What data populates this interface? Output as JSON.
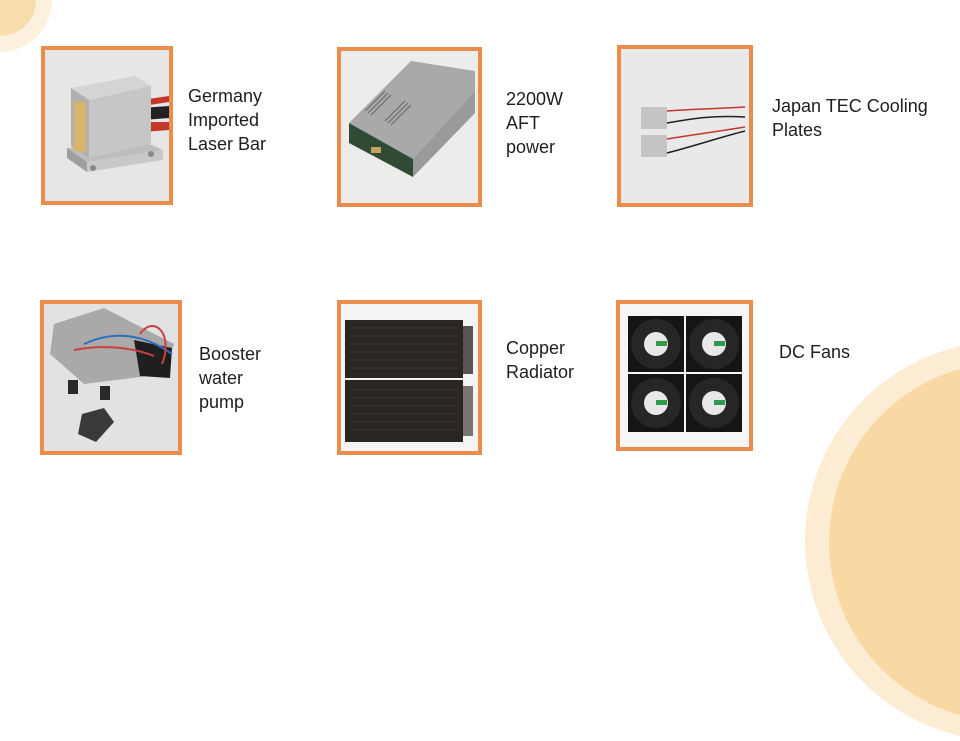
{
  "theme": {
    "frame_color": "#ea8d4a",
    "accent_light": "#fcecd3",
    "accent": "#f8d9a4",
    "text_color": "#1e1e1e"
  },
  "items": [
    {
      "id": "laser-bar",
      "image": "laser-bar-photo",
      "label_lines": [
        "Germany",
        "Imported",
        "Laser Bar"
      ]
    },
    {
      "id": "power-supply",
      "image": "power-supply-photo",
      "label_lines": [
        "2200W",
        "AFT",
        "power"
      ]
    },
    {
      "id": "tec-plates",
      "image": "tec-cooling-plates-photo",
      "label_lines": [
        "Japan TEC Cooling",
        "Plates"
      ]
    },
    {
      "id": "water-pump",
      "image": "booster-water-pump-photo",
      "label_lines": [
        "Booster",
        "water",
        "pump"
      ]
    },
    {
      "id": "radiator",
      "image": "copper-radiator-photo",
      "label_lines": [
        "Copper",
        "Radiator"
      ]
    },
    {
      "id": "fans",
      "image": "dc-fans-photo",
      "label_lines": [
        "DC Fans"
      ]
    }
  ]
}
